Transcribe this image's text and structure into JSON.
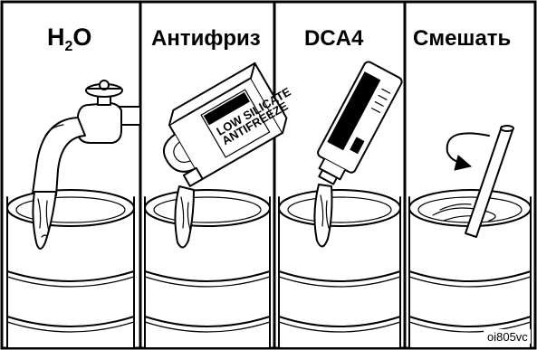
{
  "panels": [
    {
      "label_main": "H",
      "label_sub": "2",
      "label_tail": "O"
    },
    {
      "label": "Антифриз"
    },
    {
      "label": "DCA4"
    },
    {
      "label": "Смешать"
    }
  ],
  "container_label": [
    "LOW SILICATE",
    "ANTIFREEZE"
  ],
  "figure_code": "oi805vc"
}
